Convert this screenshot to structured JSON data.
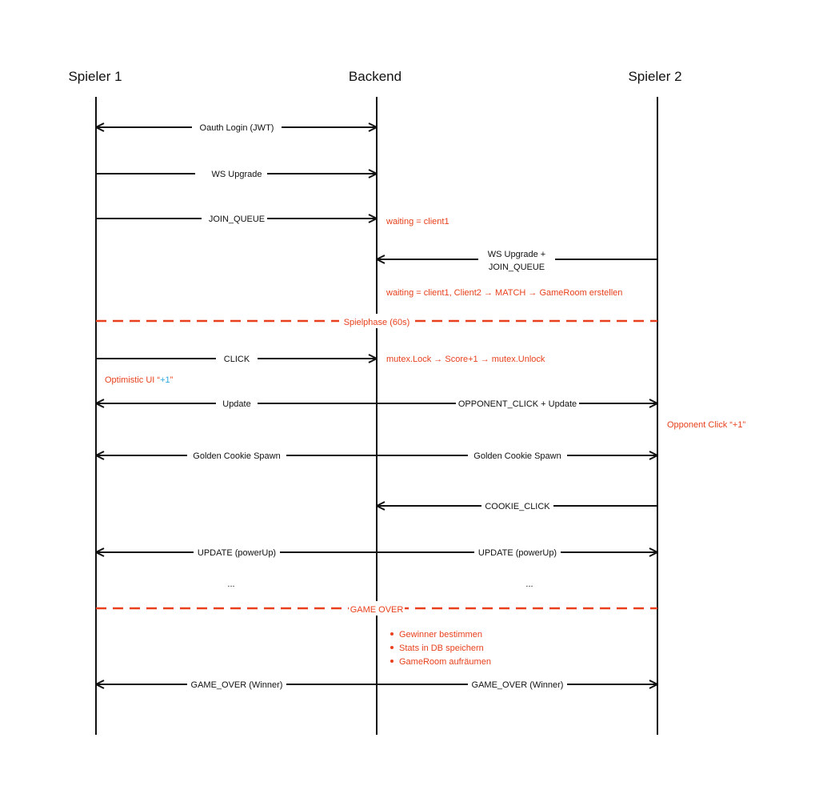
{
  "colors": {
    "line": "#111111",
    "accent": "#e8401c",
    "blue": "#2aa9e0"
  },
  "lanes": {
    "p1": "Spieler 1",
    "backend": "Backend",
    "p2": "Spieler 2"
  },
  "messages": {
    "oauth": "Oauth Login (JWT)",
    "ws_upgrade": "WS Upgrade",
    "join_queue": "JOIN_QUEUE",
    "ws_join_line1": "WS Upgrade +",
    "ws_join_line2": "JOIN_QUEUE",
    "click": "CLICK",
    "update": "Update",
    "opponent_click_update": "OPPONENT_CLICK + Update",
    "golden_left": "Golden Cookie Spawn",
    "golden_right": "Golden Cookie Spawn",
    "cookie_click": "COOKIE_CLICK",
    "update_power_left": "UPDATE (powerUp)",
    "update_power_right": "UPDATE (powerUp)",
    "ellipsis_left": "...",
    "ellipsis_right": "...",
    "game_over_left": "GAME_OVER (Winner)",
    "game_over_right": "GAME_OVER (Winner)"
  },
  "notes": {
    "waiting1": "waiting = client1",
    "match": "waiting = client1, Client2 → MATCH → GameRoom erstellen",
    "spielphase": "Spielphase (60s)",
    "mutex": "mutex.Lock → Score+1 → mutex.Unlock",
    "optimistic_prefix": "Optimistic UI “",
    "optimistic_value": "+1",
    "optimistic_suffix": "”",
    "opponent_click": "Opponent Click “+1”",
    "game_over": "GAME OVER",
    "bullets": [
      "Gewinner bestimmen",
      "Stats in DB speichern",
      "GameRoom aufräumen"
    ]
  }
}
